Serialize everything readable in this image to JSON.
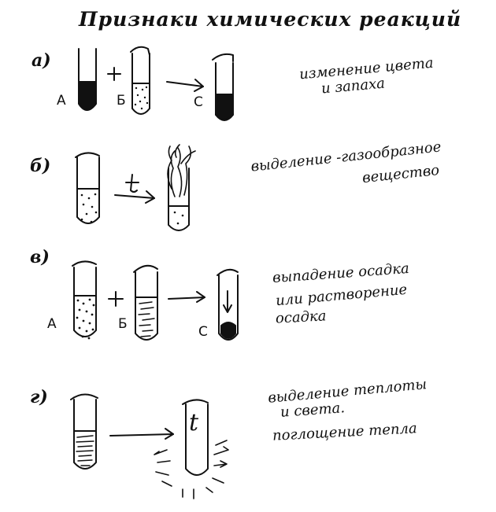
{
  "title": "Признаки химических реакций",
  "rows": [
    {
      "label": "а)",
      "tube_labels": [
        "А",
        "Б",
        "С"
      ],
      "plus": "+",
      "desc_lines": [
        "изменение цвета",
        "и запаха"
      ]
    },
    {
      "label": "б)",
      "arrow_label": "t",
      "desc_lines": [
        "выделение -газообразное",
        "вещество"
      ]
    },
    {
      "label": "в)",
      "tube_labels": [
        "А",
        "Б",
        "С"
      ],
      "plus": "+",
      "desc_lines": [
        "выпадение осадка",
        "или растворение",
        "осадка"
      ]
    },
    {
      "label": "г)",
      "tube_label": "t",
      "desc_lines": [
        "выделение теплоты",
        "и света.",
        "поглощение тепла"
      ]
    }
  ]
}
